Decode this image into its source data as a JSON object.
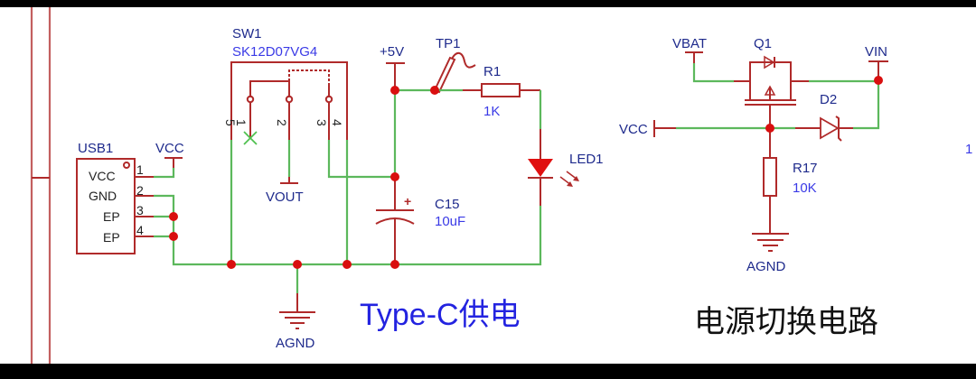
{
  "schematic": {
    "sections": [
      {
        "title": "Type-C供电"
      },
      {
        "title": "电源切换电路"
      }
    ],
    "components": {
      "usb": {
        "ref": "USB1",
        "net": "VCC",
        "pins": [
          {
            "num": "1",
            "name": "VCC"
          },
          {
            "num": "2",
            "name": "GND"
          },
          {
            "num": "3",
            "name": "EP"
          },
          {
            "num": "4",
            "name": "EP"
          }
        ]
      },
      "sw": {
        "ref": "SW1",
        "value": "SK12D07VG4",
        "pins": [
          "5",
          "1",
          "2",
          "3",
          "4"
        ],
        "out_net": "VOUT"
      },
      "c15": {
        "ref": "C15",
        "value": "10uF",
        "polarity": "+"
      },
      "supply_5v": {
        "net": "+5V"
      },
      "tp1": {
        "ref": "TP1"
      },
      "r1": {
        "ref": "R1",
        "value": "1K"
      },
      "led1": {
        "ref": "LED1"
      },
      "gnd1": {
        "net": "AGND"
      },
      "vbat": {
        "net": "VBAT"
      },
      "q1": {
        "ref": "Q1"
      },
      "vin": {
        "net": "VIN"
      },
      "d2": {
        "ref": "D2"
      },
      "vcc2": {
        "net": "VCC"
      },
      "r17": {
        "ref": "R17",
        "value": "10K"
      },
      "gnd2": {
        "net": "AGND"
      },
      "edge_label": "1"
    },
    "colors": {
      "wire": "#5cb85c",
      "part": "#b02a2a",
      "junction": "#d90f0f",
      "label": "#1e2a8c",
      "value": "#3a3ae6",
      "background": "#ffffff",
      "frame": "#000000"
    }
  }
}
